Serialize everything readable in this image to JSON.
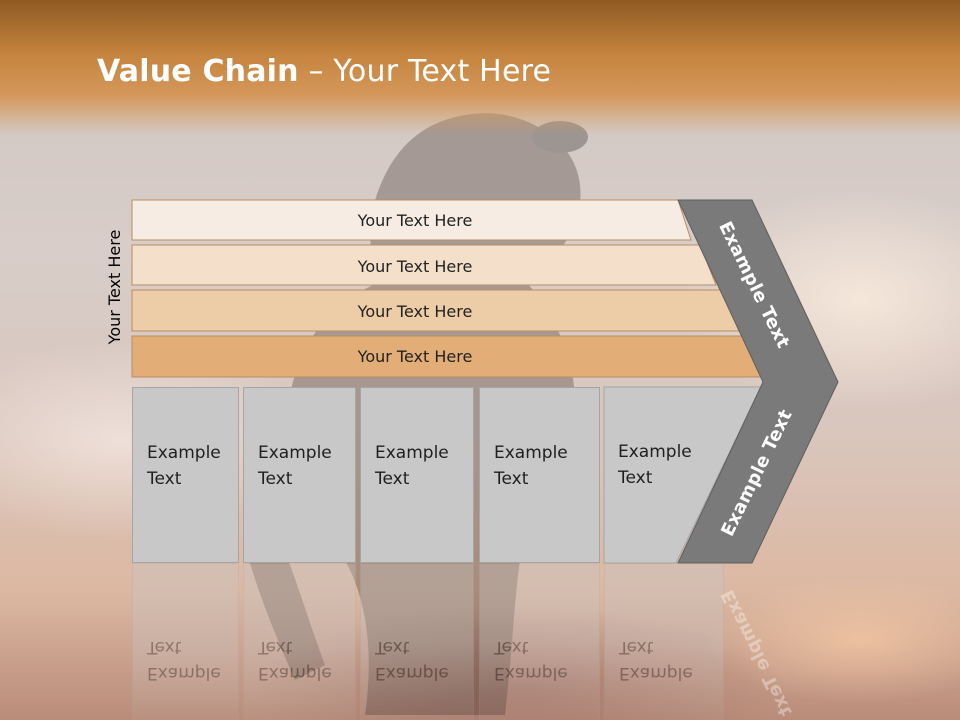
{
  "title": {
    "bold": "Value Chain",
    "rest": " – Your Text Here"
  },
  "side_label": "Your Text Here",
  "rows": [
    {
      "label": "Your Text Here",
      "color": "#f7ece3"
    },
    {
      "label": "Your Text Here",
      "color": "#f4dfca"
    },
    {
      "label": "Your Text Here",
      "color": "#edcca8"
    },
    {
      "label": "Your Text Here",
      "color": "#e2ad76"
    }
  ],
  "columns": [
    {
      "line1": "Example",
      "line2": "Text"
    },
    {
      "line1": "Example",
      "line2": "Text"
    },
    {
      "line1": "Example",
      "line2": "Text"
    },
    {
      "line1": "Example",
      "line2": "Text"
    },
    {
      "line1": "Example",
      "line2": "Text"
    }
  ],
  "chevron": {
    "upper_text": "Example Text",
    "lower_text": "Example Text",
    "color": "#7a7a7a"
  },
  "colors": {
    "title_bar": "#c5843e",
    "column_fill": "#c8c8c8"
  }
}
